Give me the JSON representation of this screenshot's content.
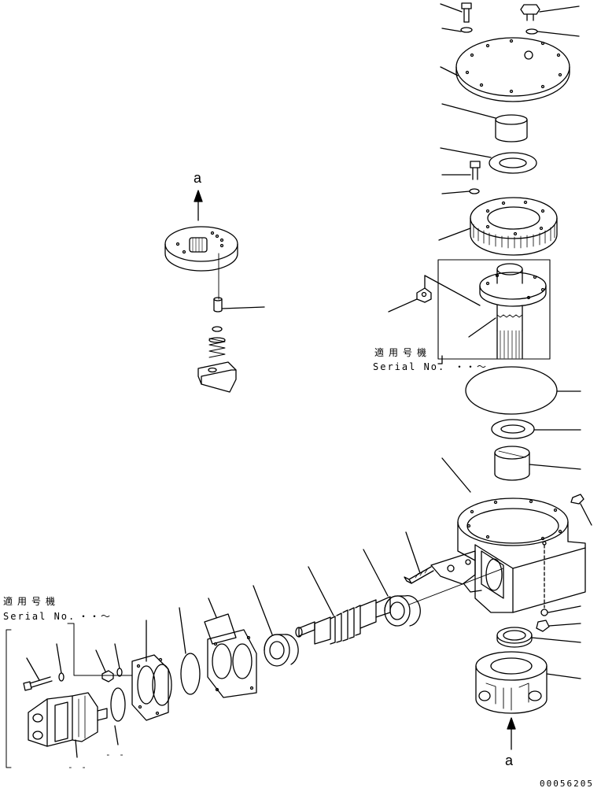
{
  "diagram": {
    "view_marker_top": "a",
    "view_marker_bottom": "a",
    "applicability_right": {
      "jp": "適用号機",
      "serial": "Serial No.",
      "range": "・・～"
    },
    "applicability_left": {
      "jp": "適用号機",
      "serial": "Serial No.",
      "range": "・・～"
    },
    "dash_note_left": "- -",
    "dash_note_bottom": "- -",
    "figure_code": "00056205"
  }
}
